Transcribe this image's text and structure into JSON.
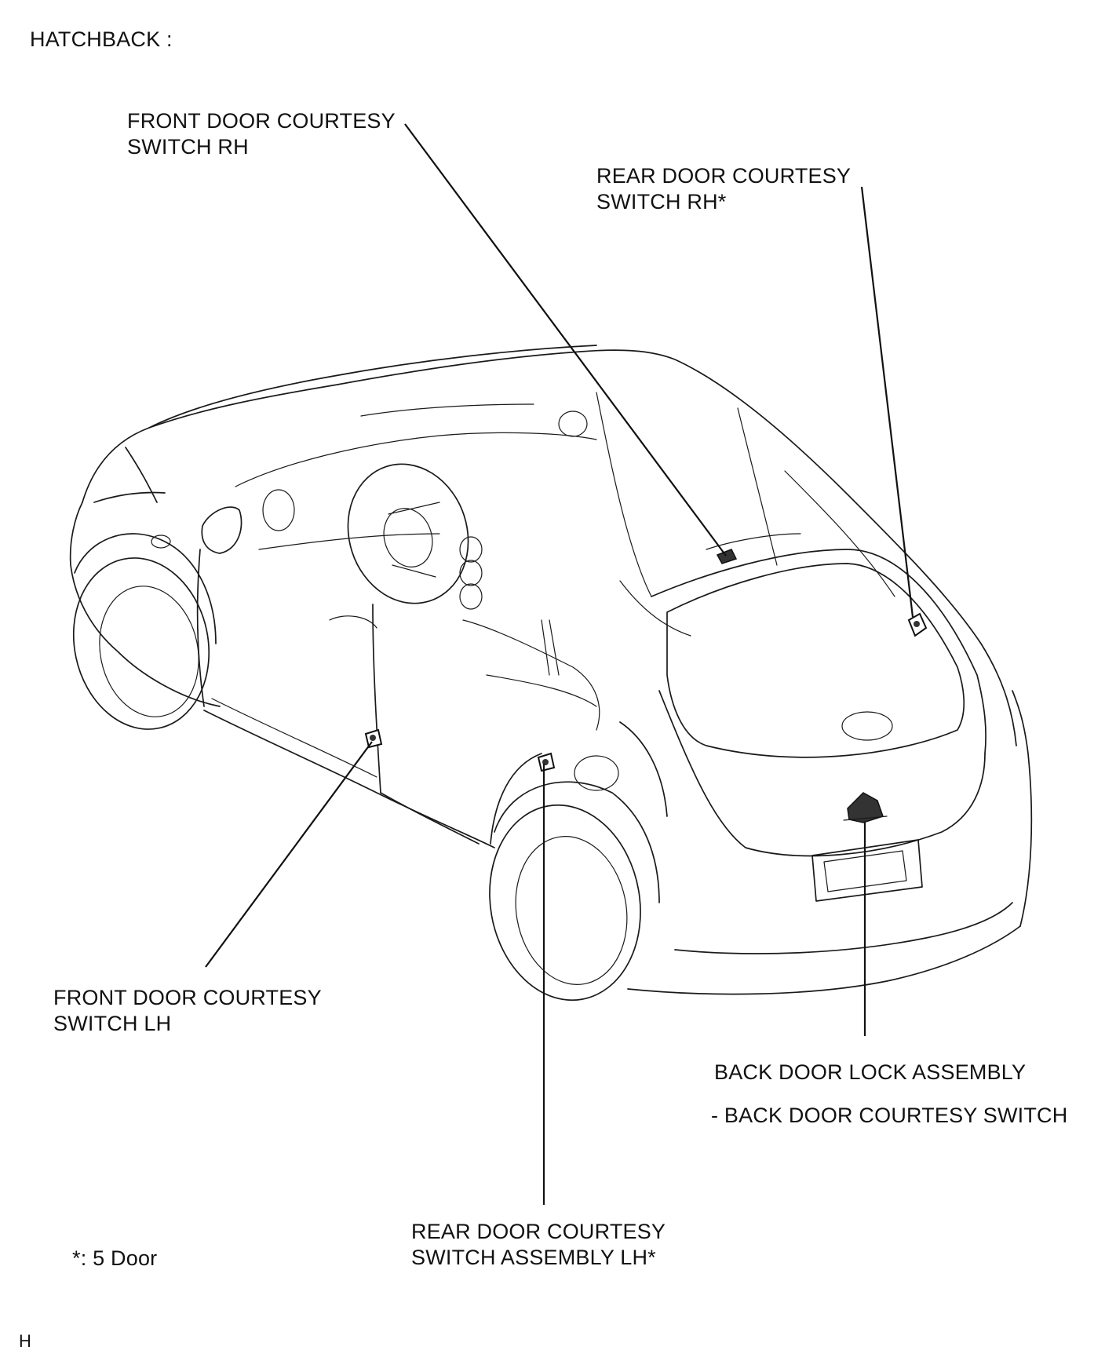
{
  "header": {
    "title": "HATCHBACK :"
  },
  "labels": {
    "front_rh": {
      "line1": "FRONT DOOR COURTESY",
      "line2": "SWITCH RH"
    },
    "rear_rh": {
      "line1": "REAR DOOR COURTESY",
      "line2": "SWITCH RH*"
    },
    "front_lh": {
      "line1": "FRONT DOOR COURTESY",
      "line2": "SWITCH LH"
    },
    "back_door": {
      "line1": "BACK DOOR LOCK ASSEMBLY",
      "line2": "- BACK DOOR COURTESY  SWITCH"
    },
    "rear_lh": {
      "line1": "REAR DOOR COURTESY",
      "line2": "SWITCH ASSEMBLY LH*"
    }
  },
  "footnote": "*: 5 Door",
  "corner_mark": "H",
  "colors": {
    "line": "#1a1a1a",
    "background": "#ffffff"
  }
}
